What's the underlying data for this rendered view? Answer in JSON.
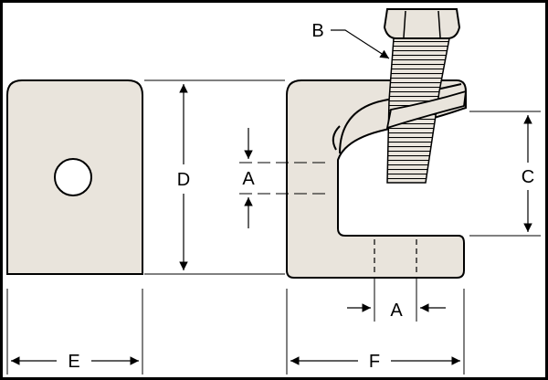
{
  "labels": {
    "A": "A",
    "B": "B",
    "C": "C",
    "D": "D",
    "E": "E",
    "F": "F"
  },
  "colors": {
    "body_fill": "#e9e4dc",
    "outline": "#000000",
    "page_border": "#000000"
  }
}
